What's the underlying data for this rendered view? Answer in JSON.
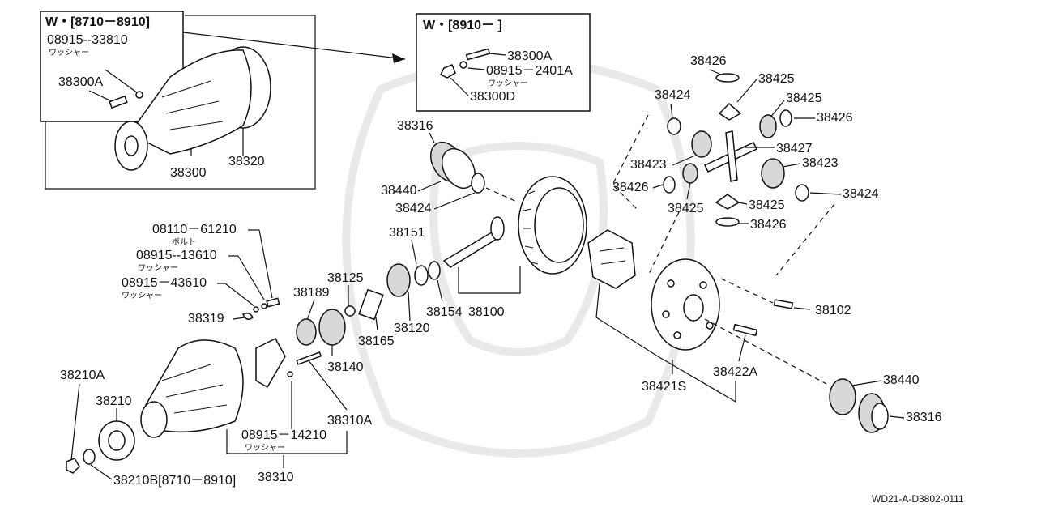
{
  "diagram": {
    "inset_left": {
      "header": "W・[8710－8910]",
      "part_no": "08915--33810",
      "part_note": "ワッシャー",
      "items": [
        "38300A",
        "38300",
        "38320"
      ]
    },
    "inset_right": {
      "header": "W・[8910－     ]",
      "items": [
        "38300A",
        "08915－2401A",
        "38300D"
      ],
      "note": "ワッシャー"
    },
    "labels": {
      "p38316_top": "38316",
      "p38440_top": "38440",
      "p38424_mid": "38424",
      "p38151": "38151",
      "p38125": "38125",
      "p38189": "38189",
      "p38154": "38154",
      "p38100": "38100",
      "p38120": "38120",
      "p38165": "38165",
      "p38140": "38140",
      "p38319": "38319",
      "p08110": "08110－61210",
      "n08110": "ボルト",
      "p08915_13610": "08915--13610",
      "n08915_13610": "ワッシャー",
      "p08915_43610": "08915－43610",
      "n08915_43610": "ワッシャー",
      "p38210A": "38210A",
      "p38210": "38210",
      "p38210B": "38210B[8710－8910]",
      "p08915_14210": "08915－14210",
      "n08915_14210": "ワッシャー",
      "p38310": "38310",
      "p38310A": "38310A",
      "p38426_a": "38426",
      "p38425_a": "38425",
      "p38424_r": "38424",
      "p38425_b": "38425",
      "p38426_b": "38426",
      "p38423_a": "38423",
      "p38427": "38427",
      "p38423_b": "38423",
      "p38426_c": "38426",
      "p38425_c": "38425",
      "p38425_d": "38425",
      "p38424_r2": "38424",
      "p38426_d": "38426",
      "p38102": "38102",
      "p38421S": "38421S",
      "p38422A": "38422A",
      "p38440_r": "38440",
      "p38316_r": "38316"
    },
    "code": "WD21-A-D3802-0111"
  }
}
